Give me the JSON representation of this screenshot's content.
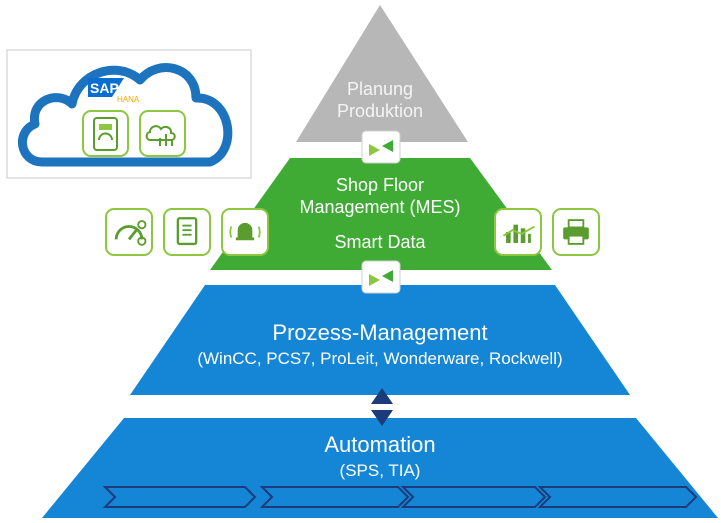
{
  "pyramid": {
    "top_line1": "Planung",
    "top_line2": "Produktion",
    "mes_line1": "Shop Floor",
    "mes_line2": "Management (MES)",
    "mes_line3": "Smart Data",
    "pm_title": "Prozess-Management",
    "pm_subtitle": "(WinCC, PCS7, ProLeit, Wonderware, Rockwell)",
    "auto_title": "Automation",
    "auto_subtitle": "(SPS, TIA)"
  },
  "cloud": {
    "brand": "SAP",
    "product": "HANA"
  },
  "colors": {
    "gray": "#b7b7b7",
    "green": "#3fab35",
    "blue": "#1585d6",
    "navy": "#1b3b7a",
    "cloud": "#1e73be",
    "icon_green": "#8dc63f"
  },
  "icons": [
    "gauge-icon",
    "document-icon",
    "alarm-bell-icon",
    "analytics-chart-icon",
    "printer-icon",
    "tablet-dashboard-icon",
    "cloud-chart-icon",
    "exchange-arrows-icon",
    "double-arrow-icon"
  ]
}
